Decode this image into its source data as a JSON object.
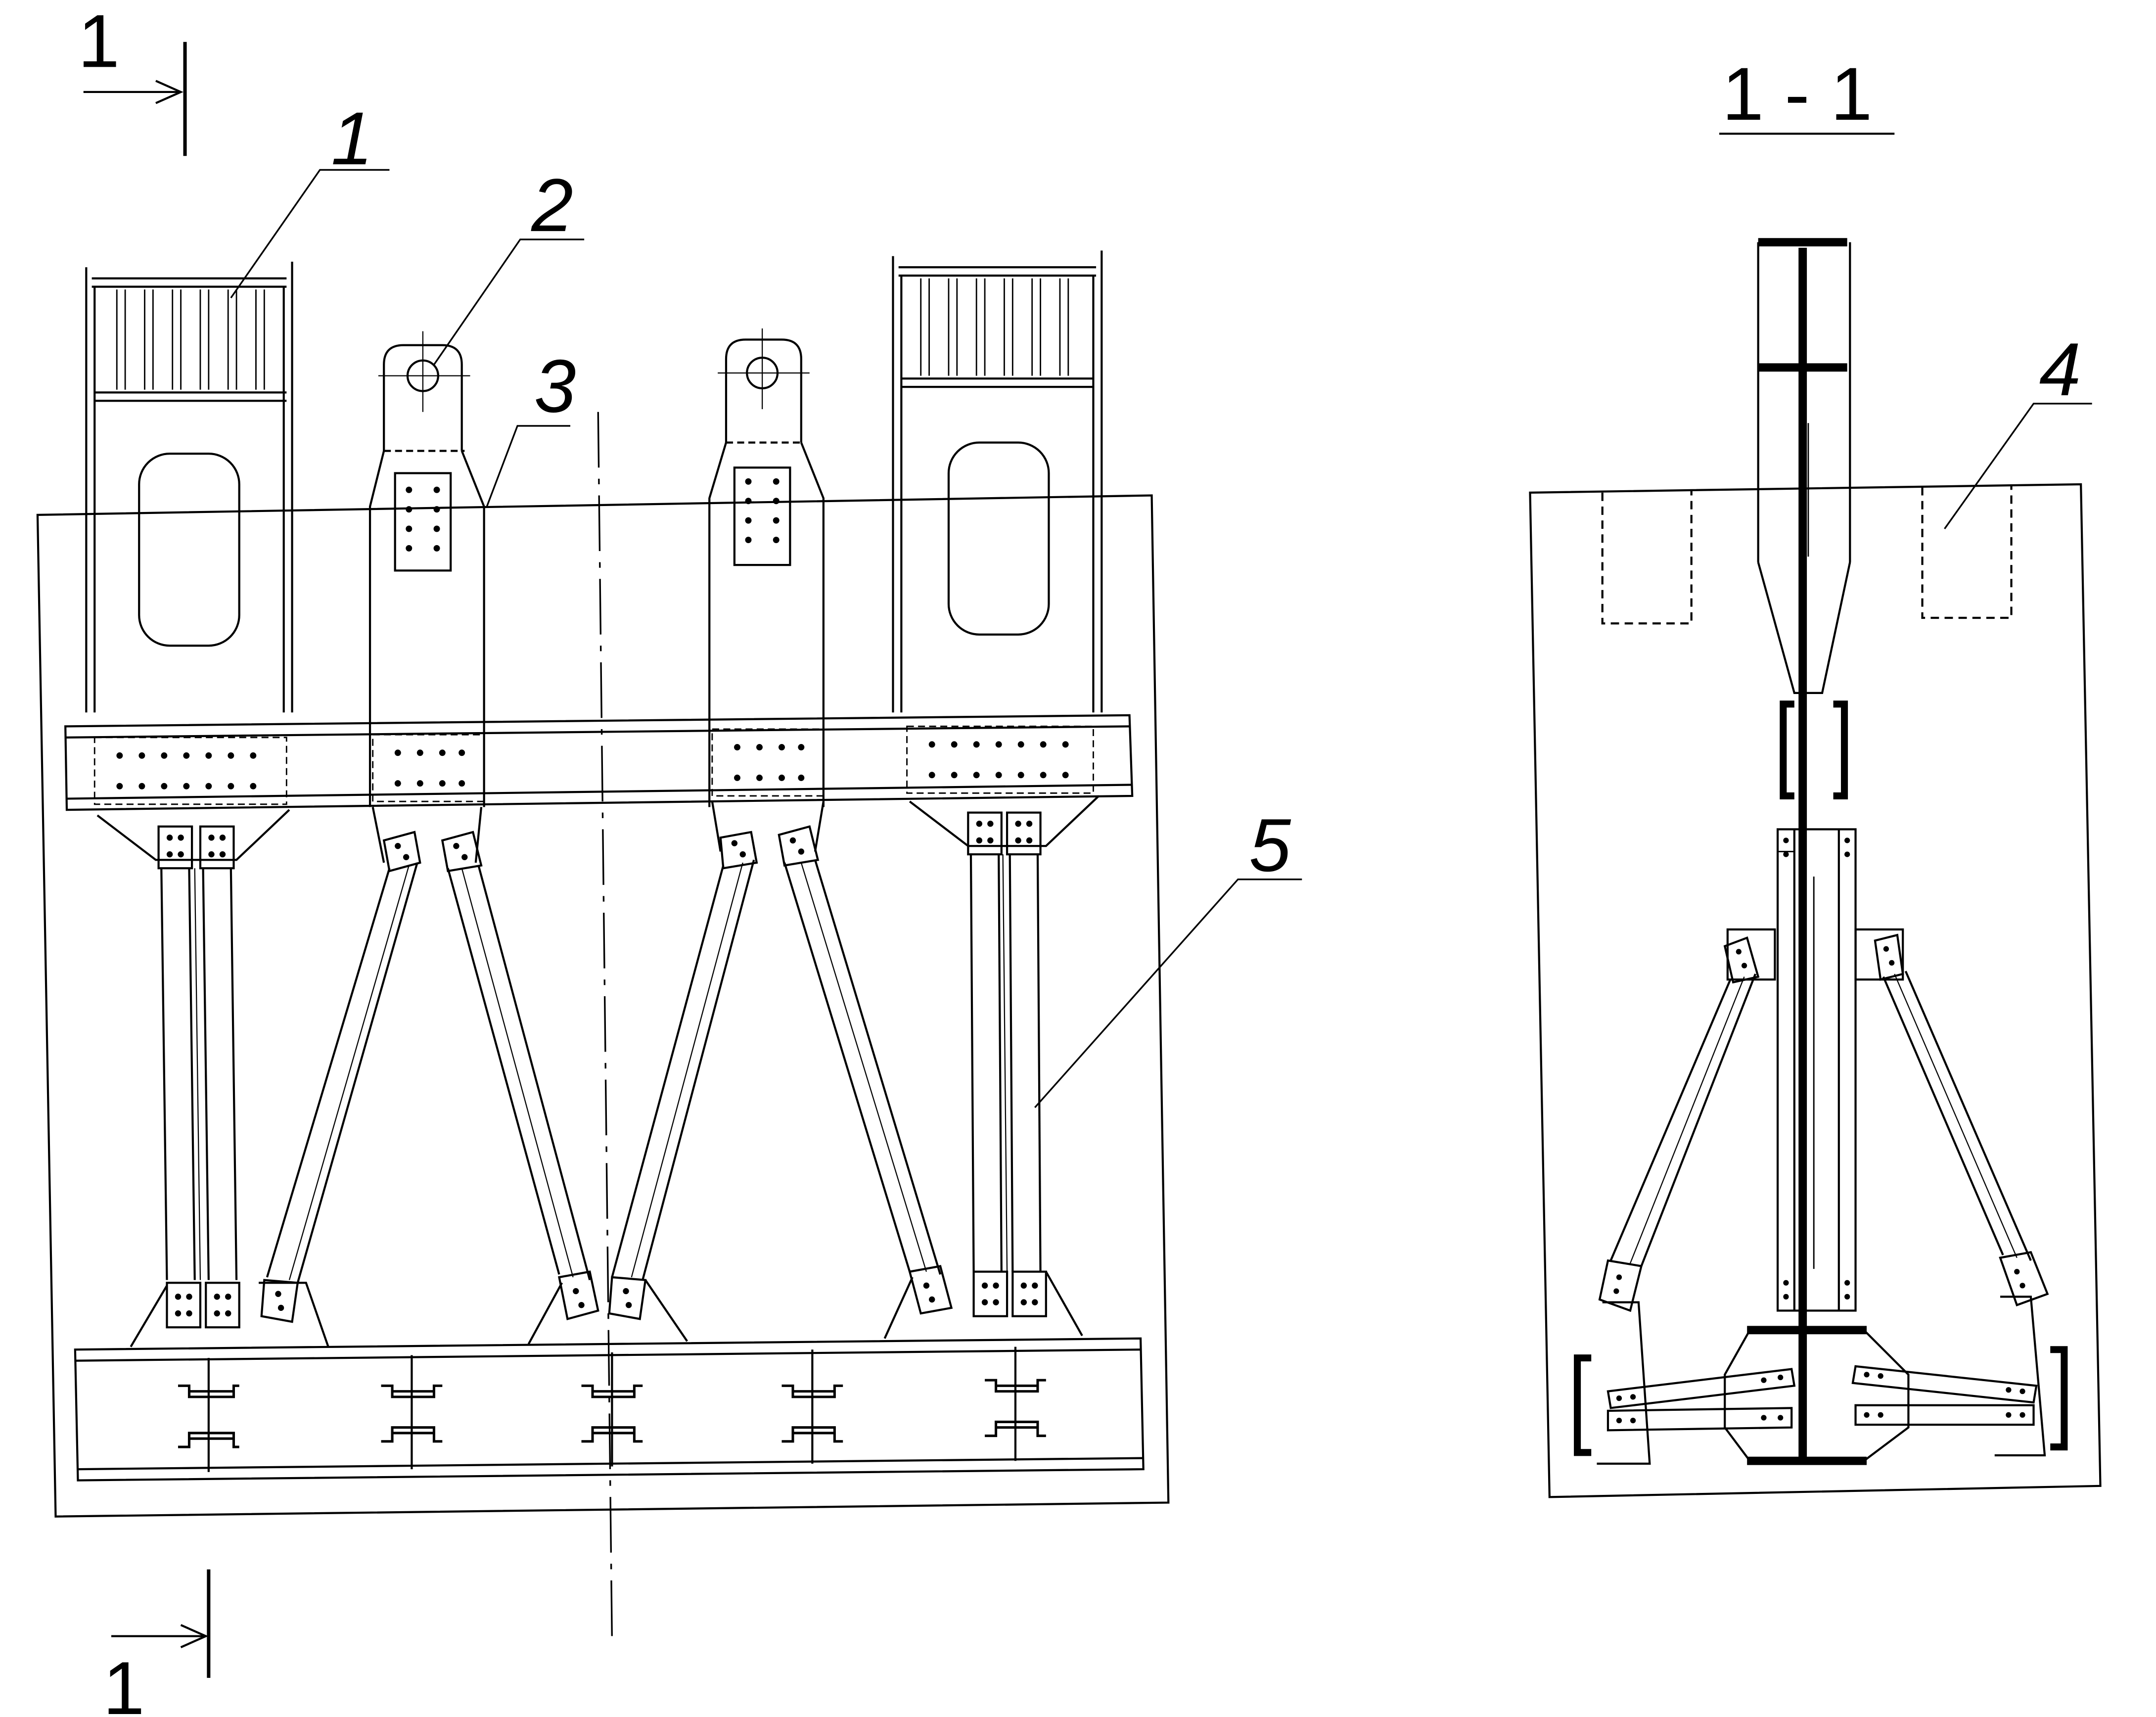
{
  "labels": {
    "callout_1": "1",
    "callout_2": "2",
    "callout_3": "3",
    "callout_4": "4",
    "callout_5": "5",
    "section_mark_top": "1",
    "section_mark_bottom": "1",
    "section_title": "1 - 1"
  },
  "colors": {
    "line": "#000000",
    "background": "#ffffff"
  }
}
